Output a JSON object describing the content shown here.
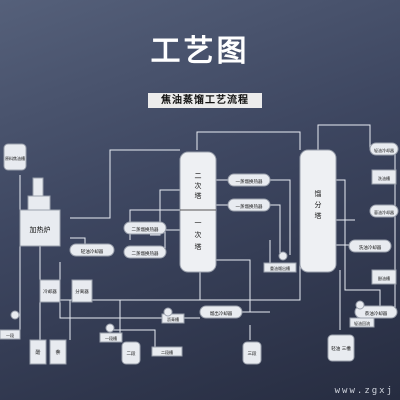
{
  "page": {
    "title": "工艺图"
  },
  "diagram": {
    "title": "焦油蒸馏工艺流程",
    "units": {
      "furnace": "加热炉",
      "left_top_tank": "原料焦油槽",
      "light_oil_cooler": "轻油冷却器",
      "water_cooler_1": "冷却器",
      "water_cooler_2": "分离器",
      "tank_a": "一段",
      "tank_b": "二段",
      "tower_two_top": "二",
      "tower_two_mid": "次",
      "tower_two_bot": "塔",
      "tower_one_top": "一",
      "tower_one_bot": "次",
      "tower_one_base": "塔",
      "dist_tower_top": "馏",
      "dist_tower_mid": "分",
      "dist_tower_bot": "塔",
      "hx_1": "二蒸馏换热器",
      "hx_2": "二蒸馏换热器",
      "hx_3": "一蒸馏换热器",
      "hx_4": "一蒸馏换热器",
      "pitch_pump": "沥青槽",
      "one_tank": "一段槽",
      "two_tank_bottom": "二段槽",
      "mid_cooler": "馏出冷却器",
      "mid_pump_label": "重油馏出槽",
      "right_cooler_1": "轻油冷却器",
      "right_cooler_2": "洗油冷却器",
      "right_cooler_3": "蒽油冷却器",
      "right_cooler_4": "萘油冷却器",
      "right_tank_1": "洗油槽",
      "right_tank_2": "酚油槽",
      "right_bottom_label": "轻油回流",
      "right_bottom_tank": "轻油\n三槽",
      "tank_mid_bottom": "二段",
      "tank_mid_bottom2": "三段",
      "small_box_1": "酚",
      "small_box_2": "萘"
    }
  },
  "watermark": "www.zgxj"
}
